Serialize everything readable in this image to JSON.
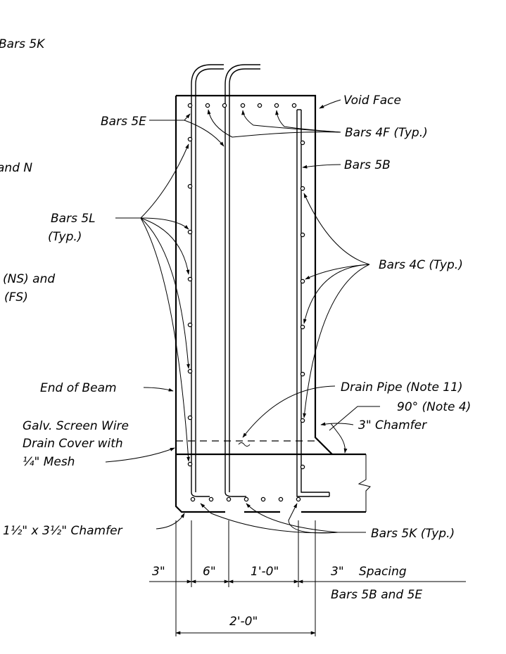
{
  "labels": {
    "bars_5k_top": "Bars 5K",
    "void_face": "Void Face",
    "bars_5e": "Bars 5E",
    "bars_4f": "Bars 4F (Typ.)",
    "bars_5b": "Bars 5B",
    "and_n": "and N",
    "bars_5l_line1": "Bars 5L",
    "bars_5l_line2": "(Typ.)",
    "bars_4c": "Bars 4C (Typ.)",
    "ns_and": "(NS) and",
    "fs": "(FS)",
    "end_of_beam": "End of Beam",
    "drain_pipe": "Drain Pipe (Note 11)",
    "angle_note": "90° (Note 4)",
    "chamfer_3": "3\" Chamfer",
    "screen_line1": "Galv. Screen Wire",
    "screen_line2": "Drain Cover with",
    "screen_line3": "¼\" Mesh",
    "chamfer_small": "1½\" x 3½\" Chamfer",
    "bars_5k_typ": "Bars 5K (Typ.)"
  },
  "dimensions": {
    "d1": "3\"",
    "d2": "6\"",
    "d3": "1'-0\"",
    "d4": "3\"",
    "spacing": "Spacing",
    "spacing_bars": "Bars 5B and 5E",
    "overall": "2'-0\""
  }
}
